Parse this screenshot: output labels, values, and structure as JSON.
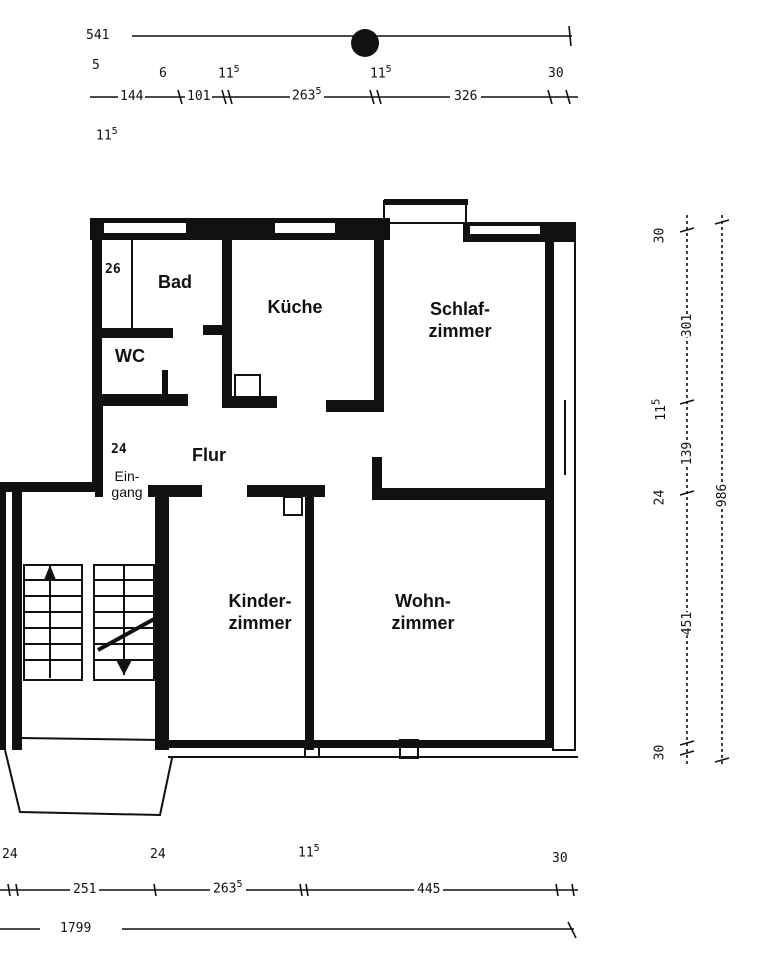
{
  "rooms": {
    "bad": "Bad",
    "kueche": "Küche",
    "schlafzimmer": "Schlaf-\nzimmer",
    "wc": "WC",
    "flur": "Flur",
    "eingang": "Ein-\ngang",
    "kinderzimmer": "Kinder-\nzimmer",
    "wohnzimmer": "Wohn-\nzimmer"
  },
  "wall_labels": {
    "bad_wall": "26",
    "flur_wall": "24"
  },
  "dimensions_top": {
    "overall_partial": "541",
    "row1": [
      "5",
      "6",
      "11",
      "11",
      "30"
    ],
    "row1_sup": [
      "",
      "",
      "5",
      "5",
      ""
    ],
    "row2": [
      "144",
      "101",
      "263",
      "326"
    ],
    "row2_sup": [
      "",
      "",
      "5",
      ""
    ],
    "left_extra": "11",
    "left_extra_sup": "5"
  },
  "dimensions_right": {
    "inner": [
      "30",
      "301",
      "11",
      "139",
      "24",
      "451",
      "30"
    ],
    "inner_sup": [
      "",
      "",
      "5",
      "",
      "",
      "",
      ""
    ],
    "overall": "986"
  },
  "dimensions_bottom": {
    "row1": [
      "24",
      "24",
      "11",
      "30"
    ],
    "row1_sup": [
      "",
      "",
      "5",
      ""
    ],
    "row2": [
      "251",
      "263",
      "445"
    ],
    "row2_sup": [
      "",
      "5",
      ""
    ],
    "overall": "1799"
  }
}
